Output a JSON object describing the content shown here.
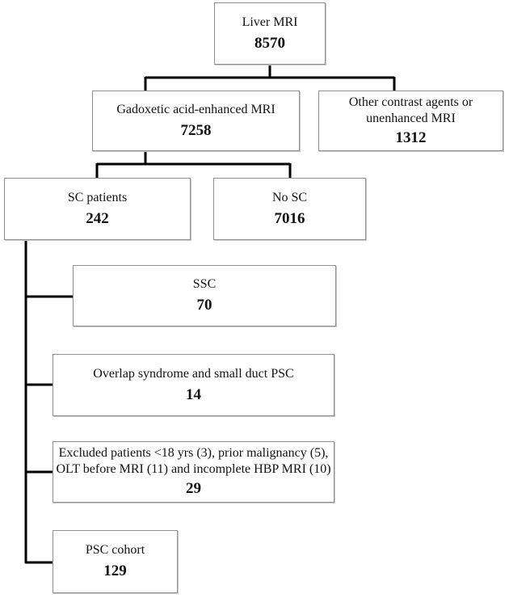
{
  "nodes": {
    "liver_mri": {
      "label": "Liver MRI",
      "count": "8570"
    },
    "gadoxetic": {
      "label": "Gadoxetic acid-enhanced MRI",
      "count": "7258"
    },
    "other_contrast": {
      "label_line1": "Other contrast agents or",
      "label_line2": "unenhanced MRI",
      "count": "1312"
    },
    "sc_patients": {
      "label": "SC patients",
      "count": "242"
    },
    "no_sc": {
      "label": "No SC",
      "count": "7016"
    },
    "ssc": {
      "label": "SSC",
      "count": "70"
    },
    "overlap": {
      "label": "Overlap syndrome and small duct PSC",
      "count": "14"
    },
    "excluded": {
      "label_line1": "Excluded patients <18 yrs (3), prior malignancy (5),",
      "label_line2": "OLT before MRI (11) and incomplete HBP MRI (10)",
      "count": "29"
    },
    "psc_cohort": {
      "label": "PSC cohort",
      "count": "129"
    }
  },
  "colors": {
    "connector": "#000000",
    "border": "#8f8f8f"
  }
}
